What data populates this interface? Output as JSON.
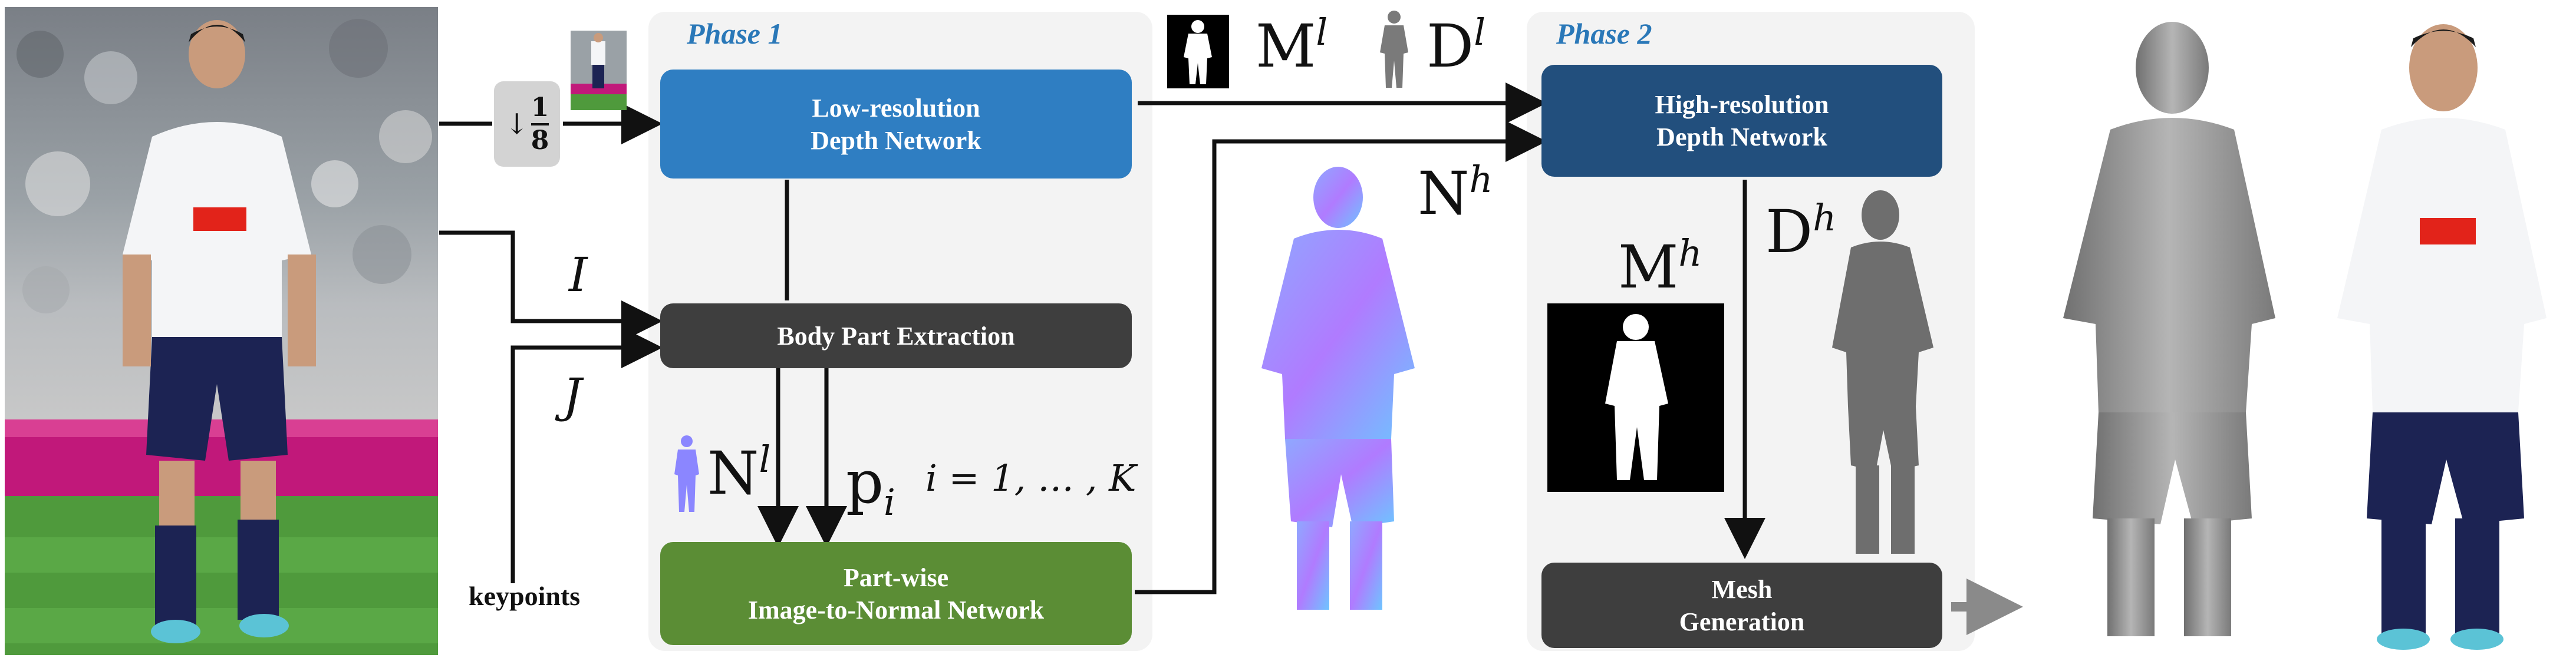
{
  "phase1": {
    "title": "Phase 1"
  },
  "phase2": {
    "title": "Phase 2"
  },
  "downsample": {
    "arrow": "↓",
    "numerator": "1",
    "denominator": "8"
  },
  "boxes": {
    "low_res": [
      "Low-resolution",
      "Depth Network"
    ],
    "body_part": "Body Part Extraction",
    "part_wise": [
      "Part-wise",
      "Image-to-Normal Network"
    ],
    "high_res": [
      "High-resolution",
      "Depth Network"
    ],
    "mesh": [
      "Mesh",
      "Generation"
    ]
  },
  "symbols": {
    "I": "I",
    "J": "J",
    "keypoints": "keypoints",
    "M_l": {
      "base": "M",
      "sup": "l"
    },
    "D_l": {
      "base": "D",
      "sup": "l"
    },
    "N_h": {
      "base": "N",
      "sup": "h"
    },
    "N_l": {
      "base": "N",
      "sup": "l"
    },
    "p_i": {
      "base": "p",
      "sub": "i"
    },
    "range": "i = 1, … , K",
    "M_h": {
      "base": "M",
      "sup": "h"
    },
    "D_h": {
      "base": "D",
      "sup": "h"
    }
  },
  "colors": {
    "phase_title": "#2a78b8",
    "low_res_box": "#2f7ec2",
    "high_res_box": "#224f7d",
    "dark_box": "#3e3e3e",
    "green_box": "#5b8d35"
  }
}
